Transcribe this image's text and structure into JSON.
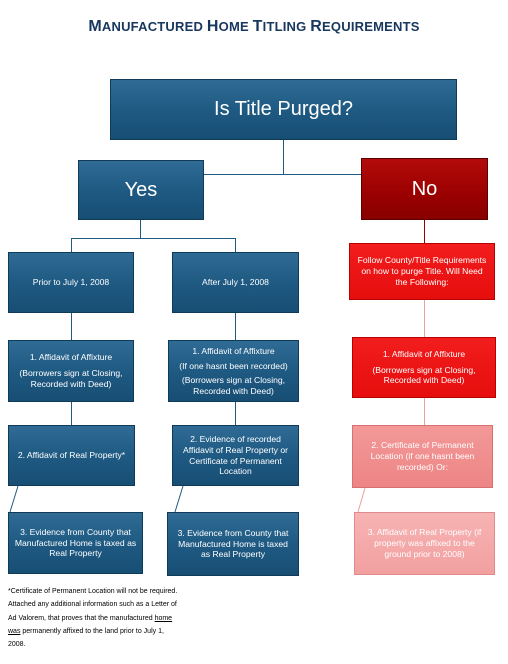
{
  "title": {
    "first": "M",
    "rest1": "ANUFACTURED ",
    "h": "H",
    "rest2": "OME ",
    "t": "T",
    "rest3": "ITLING ",
    "r": "R",
    "rest4": "EQUIREMENTS"
  },
  "root": "Is Title Purged?",
  "yes": "Yes",
  "no": "No",
  "prior": {
    "header": "Prior to July 1, 2008",
    "step1_title": "1. Affidavit of Affixture",
    "step1_detail": "(Borrowers sign at Closing, Recorded with Deed)",
    "step2": "2. Affidavit of Real Property*",
    "step3": "3. Evidence from County that Manufactured Home is taxed as Real Property"
  },
  "after": {
    "header": "After July 1, 2008",
    "step1_title": "1. Affidavit of Affixture",
    "step1_note": "(If one hasnt been recorded)",
    "step1_detail": "(Borrowers sign at Closing, Recorded with Deed)",
    "step2": "2. Evidence of recorded Affidavit of Real Property or Certificate of Permanent Location",
    "step3": "3. Evidence from County that Manufactured Home is taxed as Real Property"
  },
  "no_branch": {
    "header": "Follow County/Title Requirements on how to purge Title. Will Need the Following:",
    "step1_title": "1. Affidavit of Affixture",
    "step1_detail": "(Borrowers sign at Closing, Recorded with Deed)",
    "step2": "2. Certificate of Permanent Location (if one hasnt been recorded)  Or:",
    "step3": "3. Affidavit of Real Property (if property was affixed to the ground prior to 2008)"
  },
  "footnote": {
    "part1": "*Certificate of Permanent Location will not be required. Attached any additional information such as a Letter of Ad Valorem, that proves that the manufactured ",
    "part2": "home  was",
    "part3": " permanently affixed to the land prior to July 1, 2008."
  }
}
